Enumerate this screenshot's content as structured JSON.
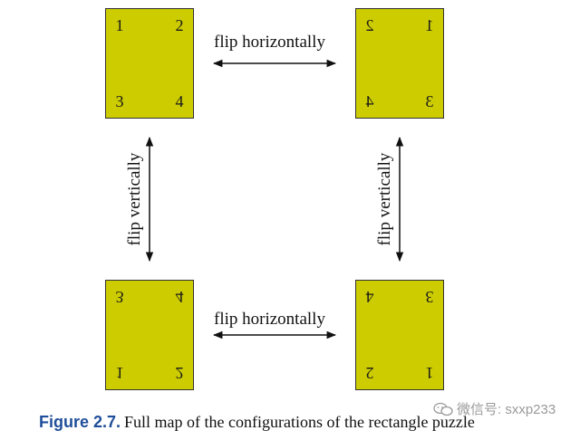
{
  "rectangles": {
    "original": {
      "tl": "1",
      "tr": "2",
      "bl": "3",
      "br": "4"
    },
    "h_flipped": {
      "tl": "2",
      "tr": "1",
      "bl": "4",
      "br": "3"
    },
    "v_flipped": {
      "tl": "3",
      "tr": "4",
      "bl": "1",
      "br": "2"
    },
    "hv_flipped": {
      "tl": "4",
      "tr": "3",
      "bl": "2",
      "br": "1"
    }
  },
  "labels": {
    "flip_horizontally_top": "flip horizontally",
    "flip_horizontally_bottom": "flip horizontally",
    "flip_vertically_left": "flip vertically",
    "flip_vertically_right": "flip vertically"
  },
  "caption": {
    "figure": "Figure 2.7.",
    "text": "Full map of the configurations of the rectangle puzzle"
  },
  "watermark": {
    "text": "微信号: sxxp233"
  },
  "colors": {
    "rect_fill": "#cccc00",
    "figure_label": "#1f4e9a"
  }
}
